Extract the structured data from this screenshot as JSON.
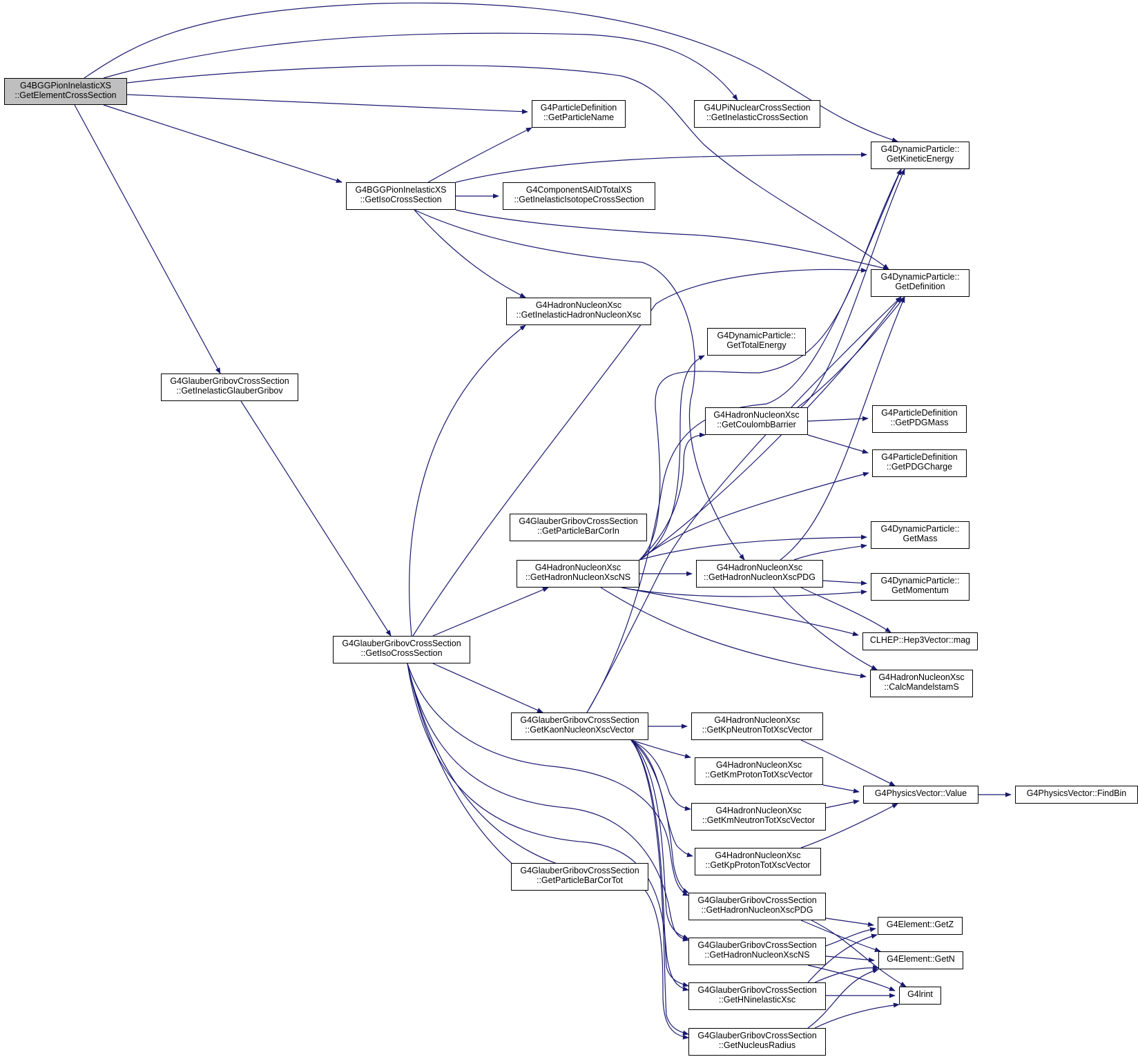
{
  "colors": {
    "edge": "#191970",
    "root_fill": "#bfbfbf",
    "node_fill": "#ffffff",
    "border": "#000000"
  },
  "nodes": [
    {
      "id": "root",
      "lines": [
        "G4BGGPionInelasticXS",
        "::GetElementCrossSection"
      ],
      "root": true
    },
    {
      "id": "pd_name",
      "lines": [
        "G4ParticleDefinition",
        "::GetParticleName"
      ]
    },
    {
      "id": "upi",
      "lines": [
        "G4UPiNuclearCrossSection",
        "::GetInelasticCrossSection"
      ]
    },
    {
      "id": "dp_ke",
      "lines": [
        "G4DynamicParticle::",
        "GetKineticEnergy"
      ]
    },
    {
      "id": "bgg_iso",
      "lines": [
        "G4BGGPionInelasticXS",
        "::GetIsoCrossSection"
      ]
    },
    {
      "id": "said",
      "lines": [
        "G4ComponentSAIDTotalXS",
        "::GetInelasticIsotopeCrossSection"
      ]
    },
    {
      "id": "dp_def",
      "lines": [
        "G4DynamicParticle::",
        "GetDefinition"
      ]
    },
    {
      "id": "hn_inel",
      "lines": [
        "G4HadronNucleonXsc",
        "::GetInelasticHadronNucleonXsc"
      ]
    },
    {
      "id": "dp_te",
      "lines": [
        "G4DynamicParticle::",
        "GetTotalEnergy"
      ]
    },
    {
      "id": "gg_inel",
      "lines": [
        "G4GlauberGribovCrossSection",
        "::GetInelasticGlauberGribov"
      ]
    },
    {
      "id": "coul",
      "lines": [
        "G4HadronNucleonXsc",
        "::GetCoulombBarrier"
      ]
    },
    {
      "id": "pd_mass",
      "lines": [
        "G4ParticleDefinition",
        "::GetPDGMass"
      ]
    },
    {
      "id": "pd_charge",
      "lines": [
        "G4ParticleDefinition",
        "::GetPDGCharge"
      ]
    },
    {
      "id": "gg_barcorin",
      "lines": [
        "G4GlauberGribovCrossSection",
        "::GetParticleBarCorIn"
      ]
    },
    {
      "id": "dp_mass",
      "lines": [
        "G4DynamicParticle::",
        "GetMass"
      ]
    },
    {
      "id": "hn_ns",
      "lines": [
        "G4HadronNucleonXsc",
        "::GetHadronNucleonXscNS"
      ]
    },
    {
      "id": "hn_pdg",
      "lines": [
        "G4HadronNucleonXsc",
        "::GetHadronNucleonXscPDG"
      ]
    },
    {
      "id": "dp_mom",
      "lines": [
        "G4DynamicParticle::",
        "GetMomentum"
      ]
    },
    {
      "id": "gg_iso",
      "lines": [
        "G4GlauberGribovCrossSection",
        "::GetIsoCrossSection"
      ]
    },
    {
      "id": "hep_mag",
      "lines": [
        "CLHEP::Hep3Vector::mag"
      ]
    },
    {
      "id": "mandel",
      "lines": [
        "G4HadronNucleonXsc",
        "::CalcMandelstamS"
      ]
    },
    {
      "id": "gg_kaon",
      "lines": [
        "G4GlauberGribovCrossSection",
        "::GetKaonNucleonXscVector"
      ]
    },
    {
      "id": "kpn",
      "lines": [
        "G4HadronNucleonXsc",
        "::GetKpNeutronTotXscVector"
      ]
    },
    {
      "id": "kmp",
      "lines": [
        "G4HadronNucleonXsc",
        "::GetKmProtonTotXscVector"
      ]
    },
    {
      "id": "pv_value",
      "lines": [
        "G4PhysicsVector::Value"
      ]
    },
    {
      "id": "pv_findbin",
      "lines": [
        "G4PhysicsVector::FindBin"
      ]
    },
    {
      "id": "kmn",
      "lines": [
        "G4HadronNucleonXsc",
        "::GetKmNeutronTotXscVector"
      ]
    },
    {
      "id": "kpp",
      "lines": [
        "G4HadronNucleonXsc",
        "::GetKpProtonTotXscVector"
      ]
    },
    {
      "id": "gg_bartot",
      "lines": [
        "G4GlauberGribovCrossSection",
        "::GetParticleBarCorTot"
      ]
    },
    {
      "id": "gg_hnpdg",
      "lines": [
        "G4GlauberGribovCrossSection",
        "::GetHadronNucleonXscPDG"
      ]
    },
    {
      "id": "el_z",
      "lines": [
        "G4Element::GetZ"
      ]
    },
    {
      "id": "gg_hnns",
      "lines": [
        "G4GlauberGribovCrossSection",
        "::GetHadronNucleonXscNS"
      ]
    },
    {
      "id": "el_n",
      "lines": [
        "G4Element::GetN"
      ]
    },
    {
      "id": "gg_hninel",
      "lines": [
        "G4GlauberGribovCrossSection",
        "::GetHNinelasticXsc"
      ]
    },
    {
      "id": "lrint",
      "lines": [
        "G4lrint"
      ]
    },
    {
      "id": "gg_radius",
      "lines": [
        "G4GlauberGribovCrossSection",
        "::GetNucleusRadius"
      ]
    }
  ]
}
